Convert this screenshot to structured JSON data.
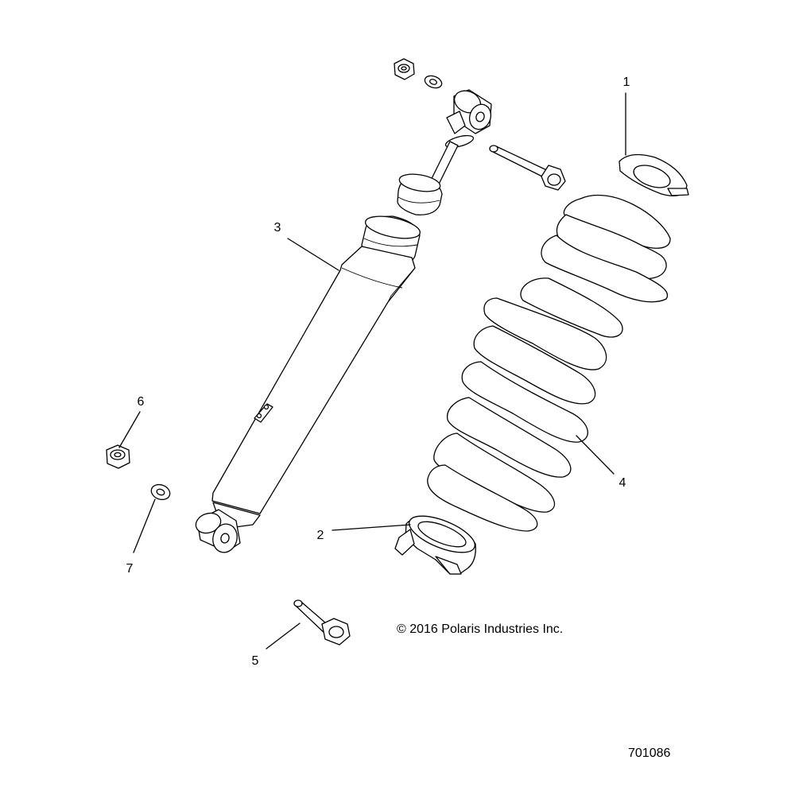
{
  "callouts": [
    {
      "id": "1",
      "part": "spring-retainer"
    },
    {
      "id": "2",
      "part": "spring-adjuster"
    },
    {
      "id": "3",
      "part": "shock-absorber"
    },
    {
      "id": "4",
      "part": "coil-spring"
    },
    {
      "id": "5",
      "part": "bolt"
    },
    {
      "id": "6",
      "part": "nut"
    },
    {
      "id": "7",
      "part": "washer"
    }
  ],
  "copyright": "© 2016 Polaris Industries Inc.",
  "drawing_number": "701086"
}
